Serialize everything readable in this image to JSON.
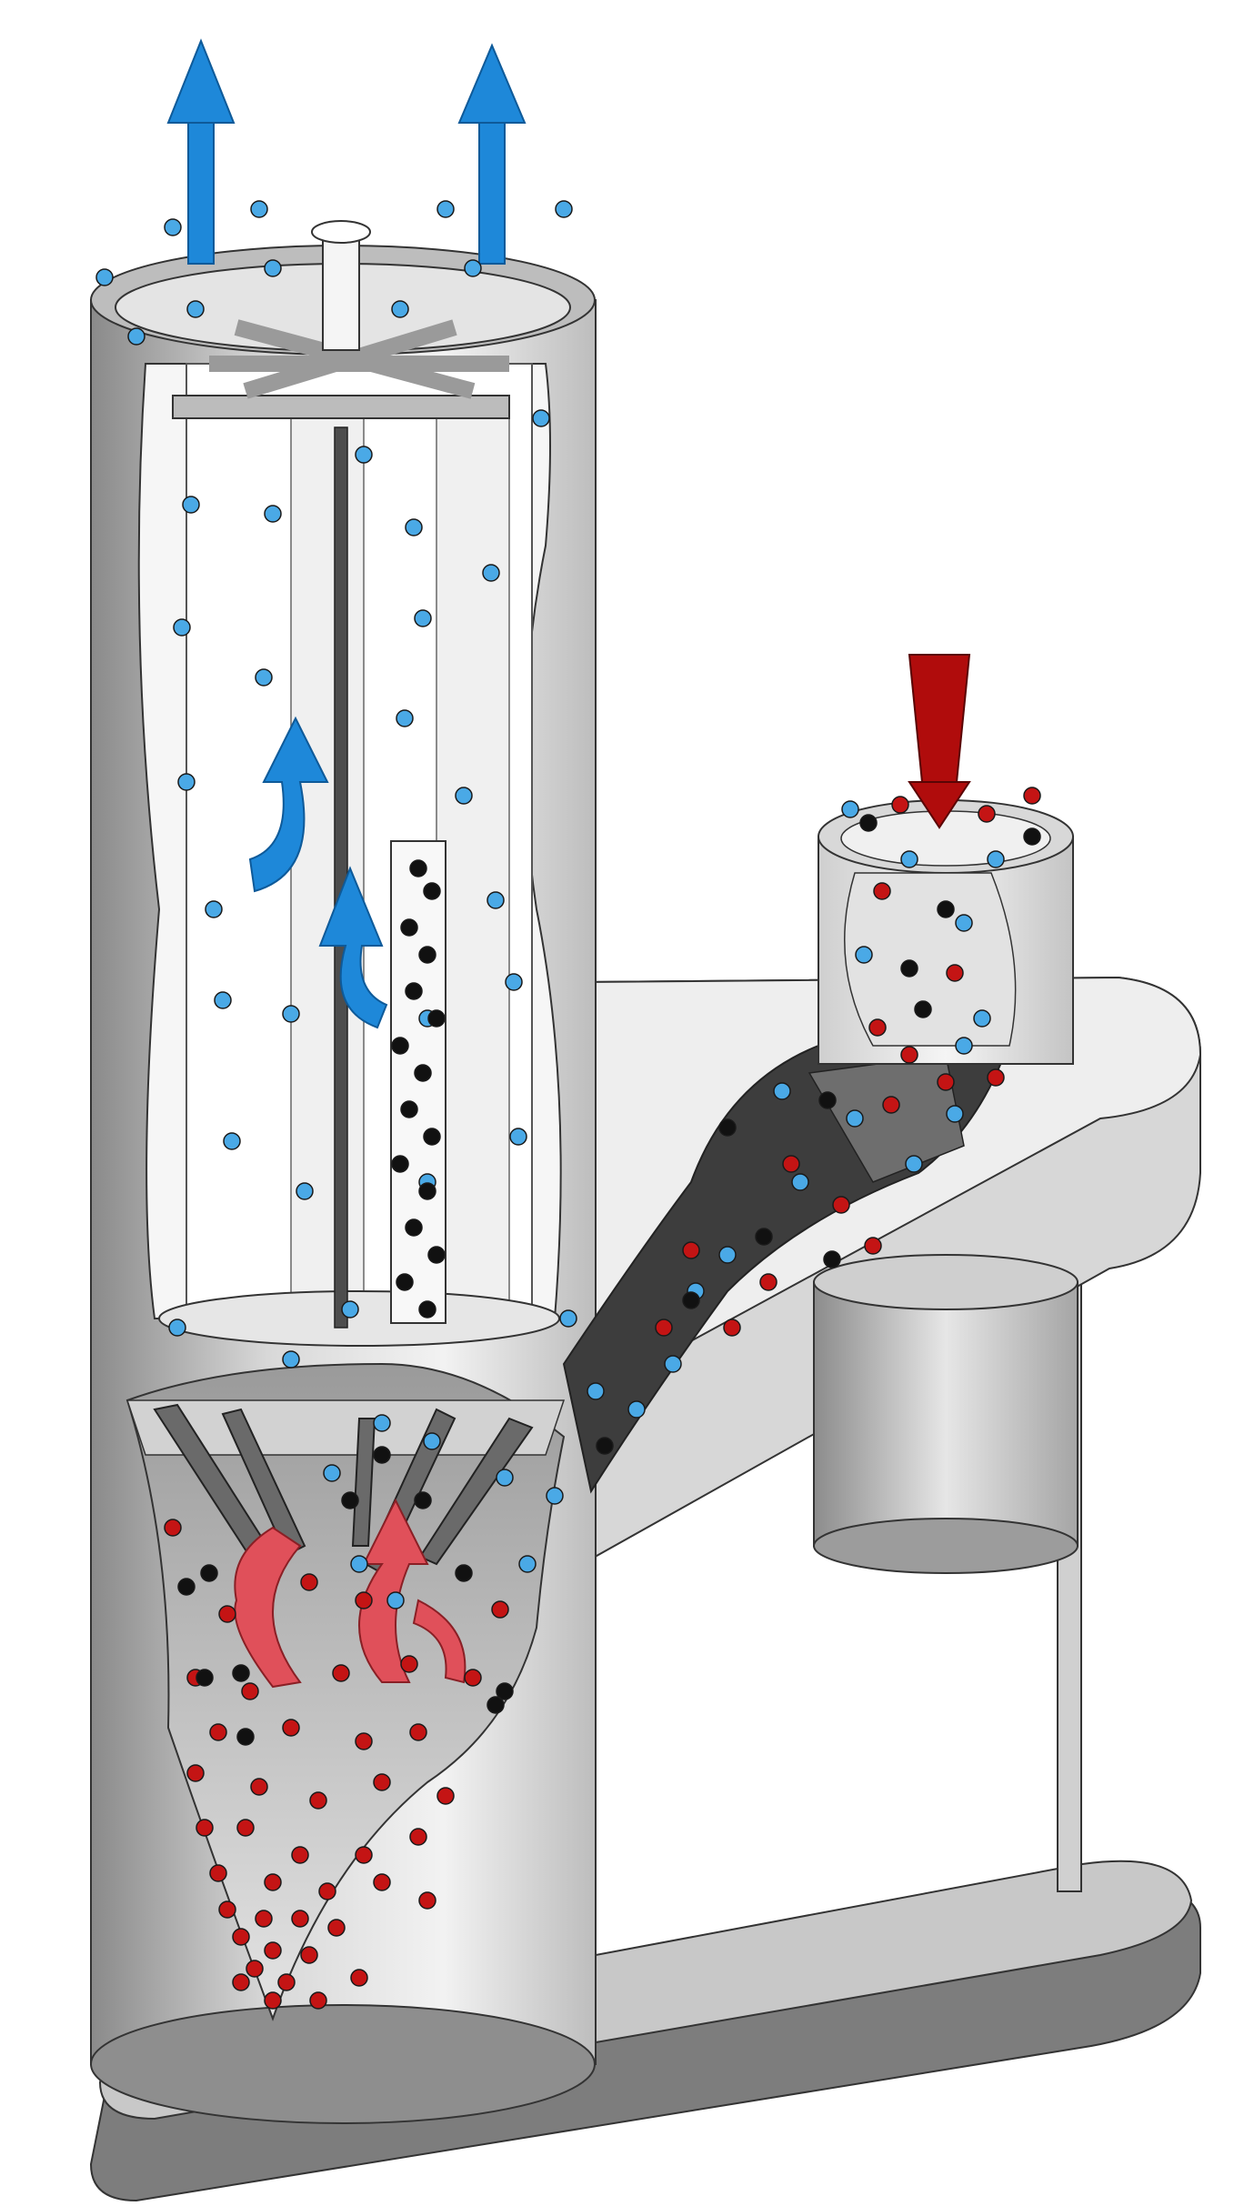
{
  "diagram": {
    "labels": [],
    "particle_types": [
      "light-particle",
      "medium-particle",
      "heavy-particle"
    ],
    "colors": {
      "background": "#ffffff",
      "outflow_arrow": "#1e88d9",
      "inflow_arrow": "#b00c0c",
      "recirculation_arrow": "#e0505a",
      "particle_light": "#4aa9e6",
      "particle_medium": "#c41414",
      "particle_heavy": "#111111",
      "metal_light": "#e9e9e9",
      "metal_mid": "#b9b9b9",
      "metal_dark": "#5a5a5a"
    },
    "icons": [
      "up-arrow-icon",
      "down-arrow-icon",
      "curved-arrow-icon"
    ]
  }
}
